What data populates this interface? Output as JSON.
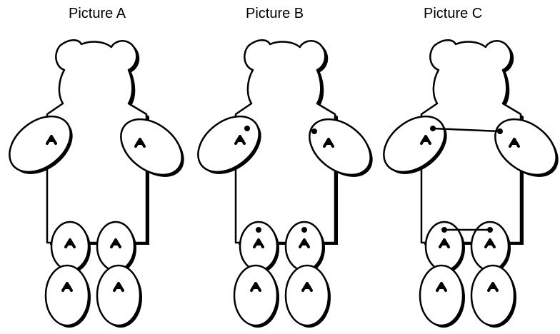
{
  "figure": {
    "panels": [
      {
        "id": "A",
        "title": "Picture A",
        "marks": "none"
      },
      {
        "id": "B",
        "title": "Picture B",
        "marks": "dots"
      },
      {
        "id": "C",
        "title": "Picture C",
        "marks": "dots-with-lines"
      }
    ]
  },
  "colors": {
    "ink": "#000000",
    "fill": "#ffffff",
    "background": "#ffffff"
  }
}
